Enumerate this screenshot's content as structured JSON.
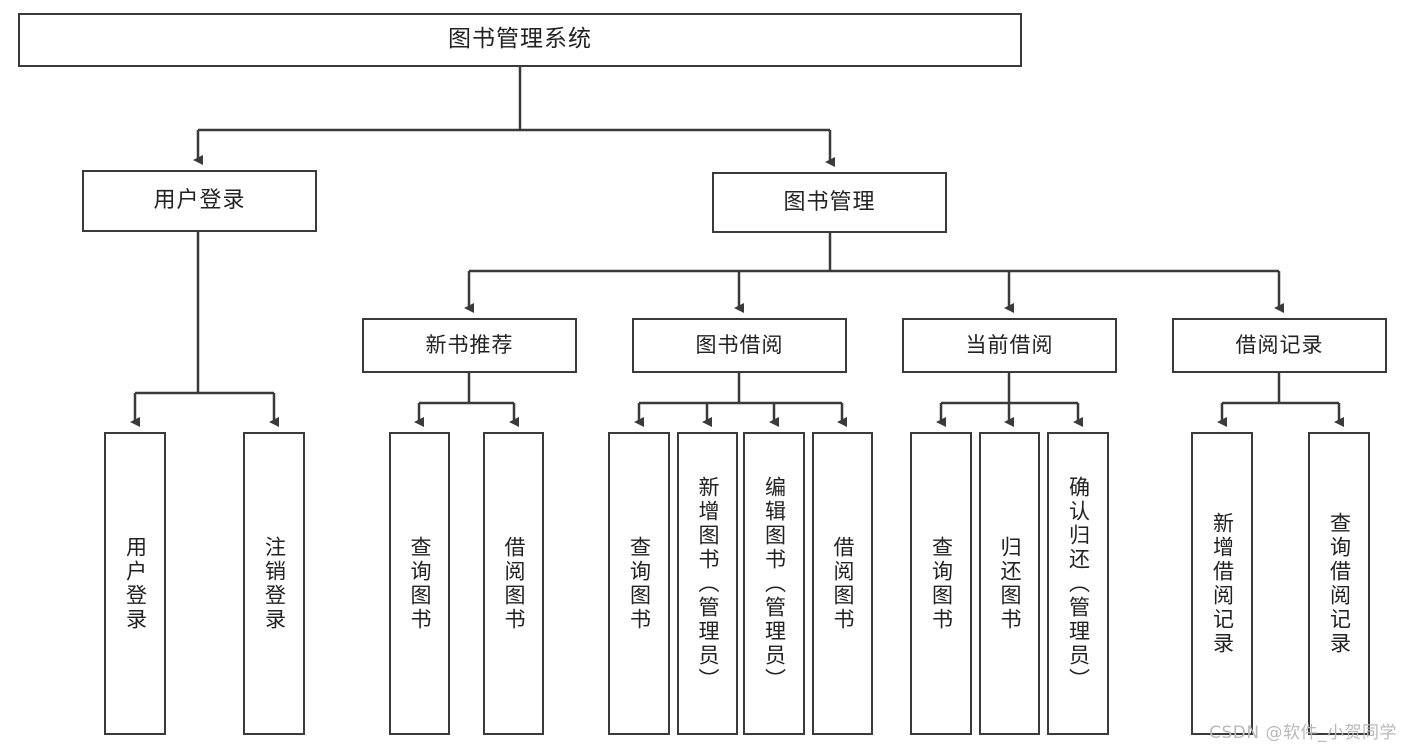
{
  "diagram": {
    "type": "tree",
    "title": "图书管理系统",
    "watermark": "CSDN @软件_小贺同学",
    "colors": {
      "stroke": "#3a3a3a",
      "fill": "#ffffff",
      "text": "#222222",
      "watermark": "#b9b9b9"
    },
    "nodes": {
      "root": {
        "label": "图书管理系统"
      },
      "level2": [
        {
          "label": "用户登录"
        },
        {
          "label": "图书管理"
        }
      ],
      "level3": [
        {
          "label": "新书推荐"
        },
        {
          "label": "图书借阅"
        },
        {
          "label": "当前借阅"
        },
        {
          "label": "借阅记录"
        }
      ],
      "leaves": [
        {
          "label": "用户登录"
        },
        {
          "label": "注销登录"
        },
        {
          "label": "查询图书"
        },
        {
          "label": "借阅图书"
        },
        {
          "label": "查询图书"
        },
        {
          "label": "新增图书（管理员）"
        },
        {
          "label": "编辑图书（管理员）"
        },
        {
          "label": "借阅图书"
        },
        {
          "label": "查询图书"
        },
        {
          "label": "归还图书"
        },
        {
          "label": "确认归还（管理员）"
        },
        {
          "label": "新增借阅记录"
        },
        {
          "label": "查询借阅记录"
        }
      ]
    },
    "edges": [
      {
        "from": "图书管理系统",
        "to": "用户登录"
      },
      {
        "from": "图书管理系统",
        "to": "图书管理"
      },
      {
        "from": "用户登录",
        "to": "用户登录"
      },
      {
        "from": "用户登录",
        "to": "注销登录"
      },
      {
        "from": "图书管理",
        "to": "新书推荐"
      },
      {
        "from": "图书管理",
        "to": "图书借阅"
      },
      {
        "from": "图书管理",
        "to": "当前借阅"
      },
      {
        "from": "图书管理",
        "to": "借阅记录"
      },
      {
        "from": "新书推荐",
        "to": "查询图书"
      },
      {
        "from": "新书推荐",
        "to": "借阅图书"
      },
      {
        "from": "图书借阅",
        "to": "查询图书"
      },
      {
        "from": "图书借阅",
        "to": "新增图书（管理员）"
      },
      {
        "from": "图书借阅",
        "to": "编辑图书（管理员）"
      },
      {
        "from": "图书借阅",
        "to": "借阅图书"
      },
      {
        "from": "当前借阅",
        "to": "查询图书"
      },
      {
        "from": "当前借阅",
        "to": "归还图书"
      },
      {
        "from": "当前借阅",
        "to": "确认归还（管理员）"
      },
      {
        "from": "借阅记录",
        "to": "新增借阅记录"
      },
      {
        "from": "借阅记录",
        "to": "查询借阅记录"
      }
    ]
  }
}
